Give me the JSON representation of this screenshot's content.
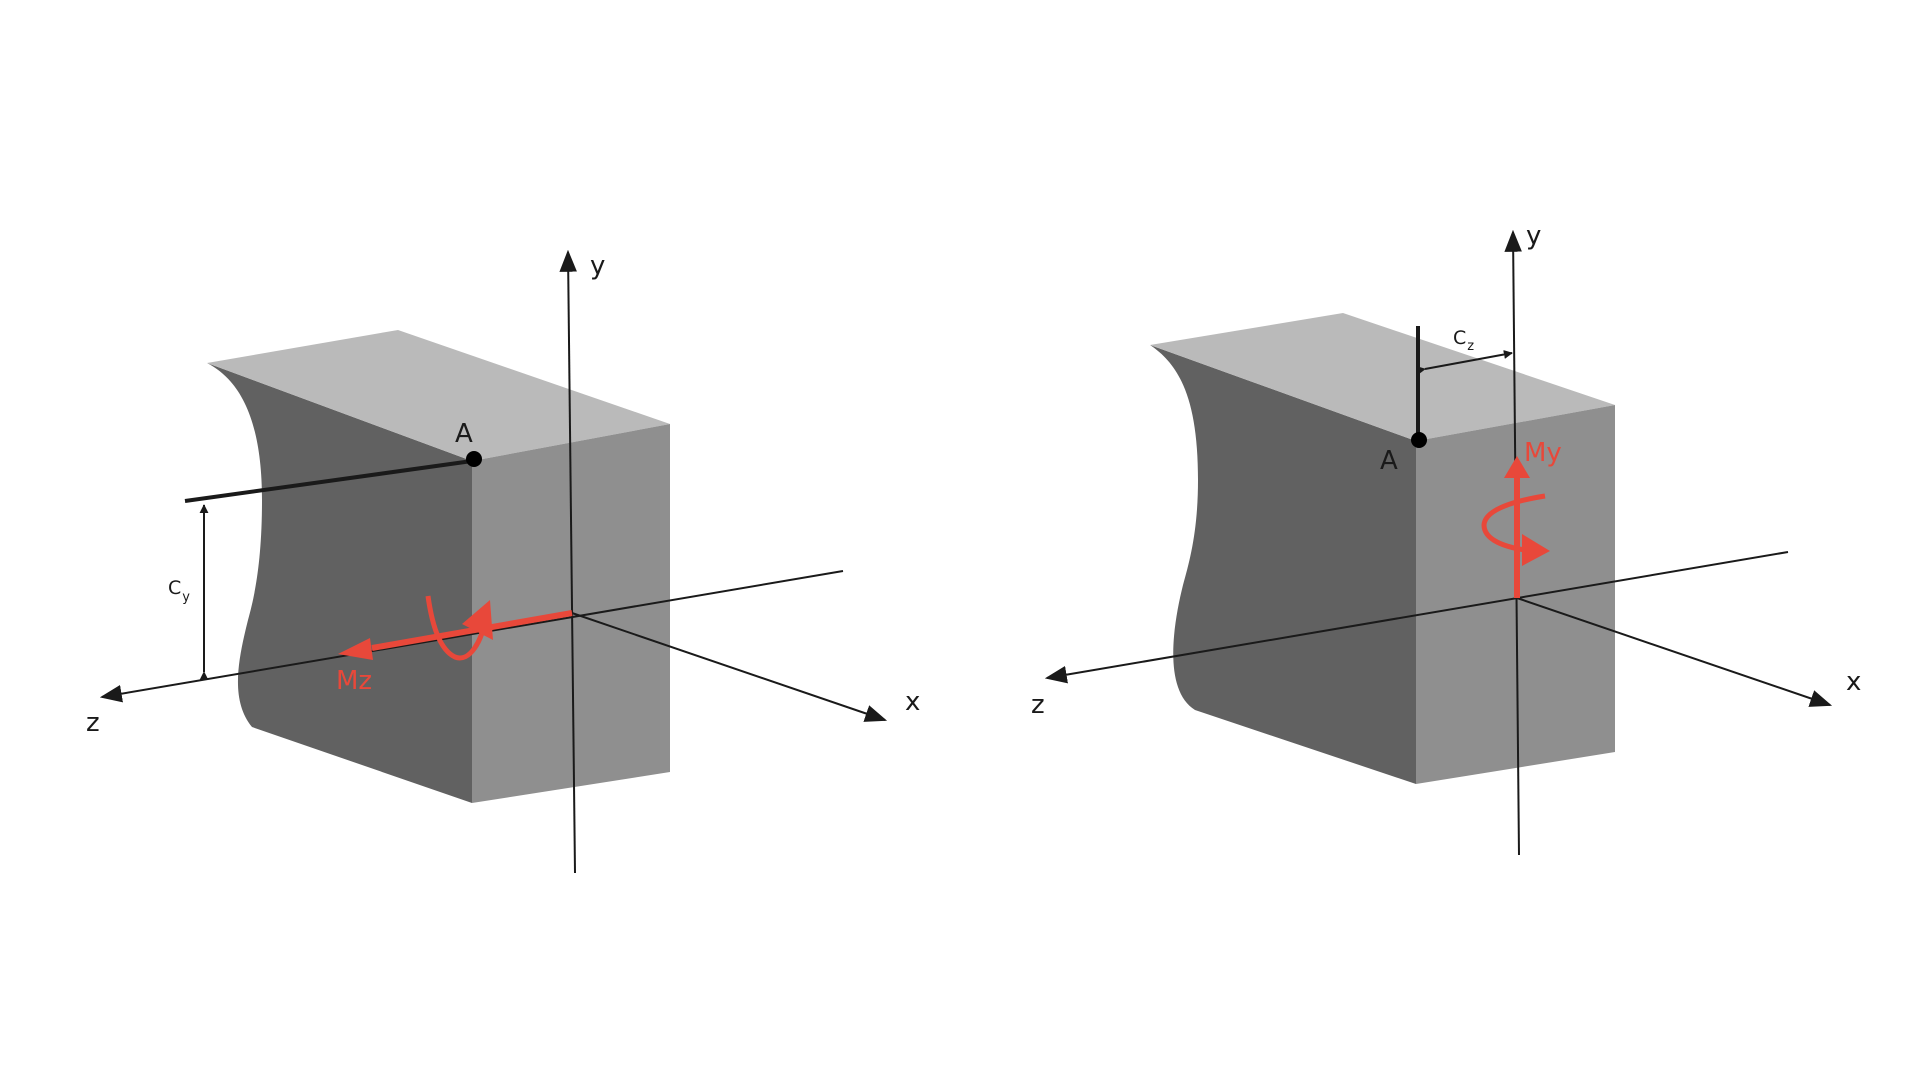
{
  "colors": {
    "background": "#ffffff",
    "face_top": "#bababa",
    "face_side": "#616161",
    "face_front": "#8f8f8f",
    "line": "#1a1a1a",
    "moment": "#e8483a"
  },
  "figures": [
    {
      "id": "bending-about-z",
      "axes": {
        "x_label": "x",
        "y_label": "y",
        "z_label": "z"
      },
      "point_label": "A",
      "distance_label": {
        "main": "C",
        "sub": "y"
      },
      "moment_label": "Mz"
    },
    {
      "id": "bending-about-y",
      "axes": {
        "x_label": "x",
        "y_label": "y",
        "z_label": "z"
      },
      "point_label": "A",
      "distance_label": {
        "main": "C",
        "sub": "z"
      },
      "moment_label": "My"
    }
  ]
}
